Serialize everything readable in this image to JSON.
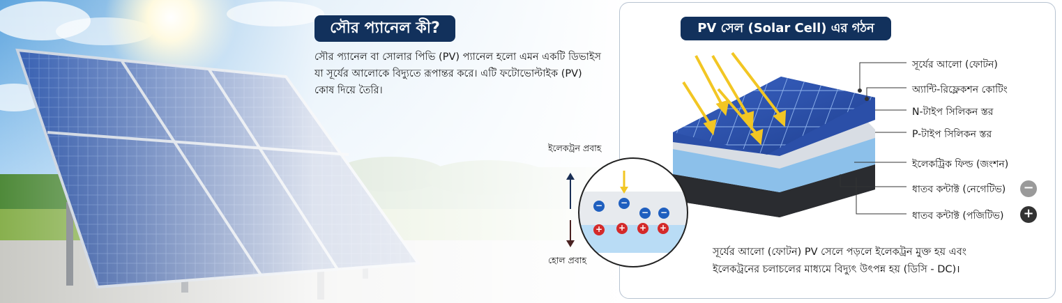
{
  "headline": {
    "title": "সৌর প্যানেল কী?"
  },
  "intro": {
    "line1": "সৌর প্যানেল বা সোলার পিভি (PV) প্যানেল হলো এমন একটি ডিভাইস",
    "line2": "যা সূর্যের আলোকে বিদ্যুতে রূপান্তর করে। এটি ফটোভোল্টাইক (PV)",
    "line3": "কোষ দিয়ে তৈরি।"
  },
  "structure": {
    "title": "PV সেল (Solar Cell) এর গঠন",
    "layers": [
      "সূর্যের আলো (ফোটন)",
      "অ্যান্টি-রিফ্লেকশন কোটিং",
      "N-টাইপ সিলিকন স্তর",
      "P-টাইপ সিলিকন স্তর",
      "ইলেকট্রিক ফিল্ড (জংশন)",
      "ধাতব কন্টাক্ট (নেগেটিভ)",
      "ধাতব কন্টাক্ট (পজিটিভ)"
    ],
    "negative_symbol": "−",
    "positive_symbol": "+"
  },
  "inset": {
    "electron_flow": "ইলেকট্রন প্রবাহ",
    "hole_flow": "হোল প্রবাহ",
    "electron_symbol": "−",
    "hole_symbol": "+"
  },
  "caption": {
    "line1": "সূর্যের আলো (ফোটন) PV সেলে পড়লে ইলেকট্রন মুক্ত হয় এবং",
    "line2": "ইলেকট্রনের চলাচলের মাধ্যমে বিদ্যুৎ উৎপন্ন হয় (ডিসি - DC)।"
  },
  "colors": {
    "navy": "#12315c",
    "sky": "#7fb8e8",
    "panel_blue": "#1f3f8f",
    "sun_arrow": "#f2c623",
    "electron": "#1f5fbf",
    "hole": "#d42a2a"
  }
}
